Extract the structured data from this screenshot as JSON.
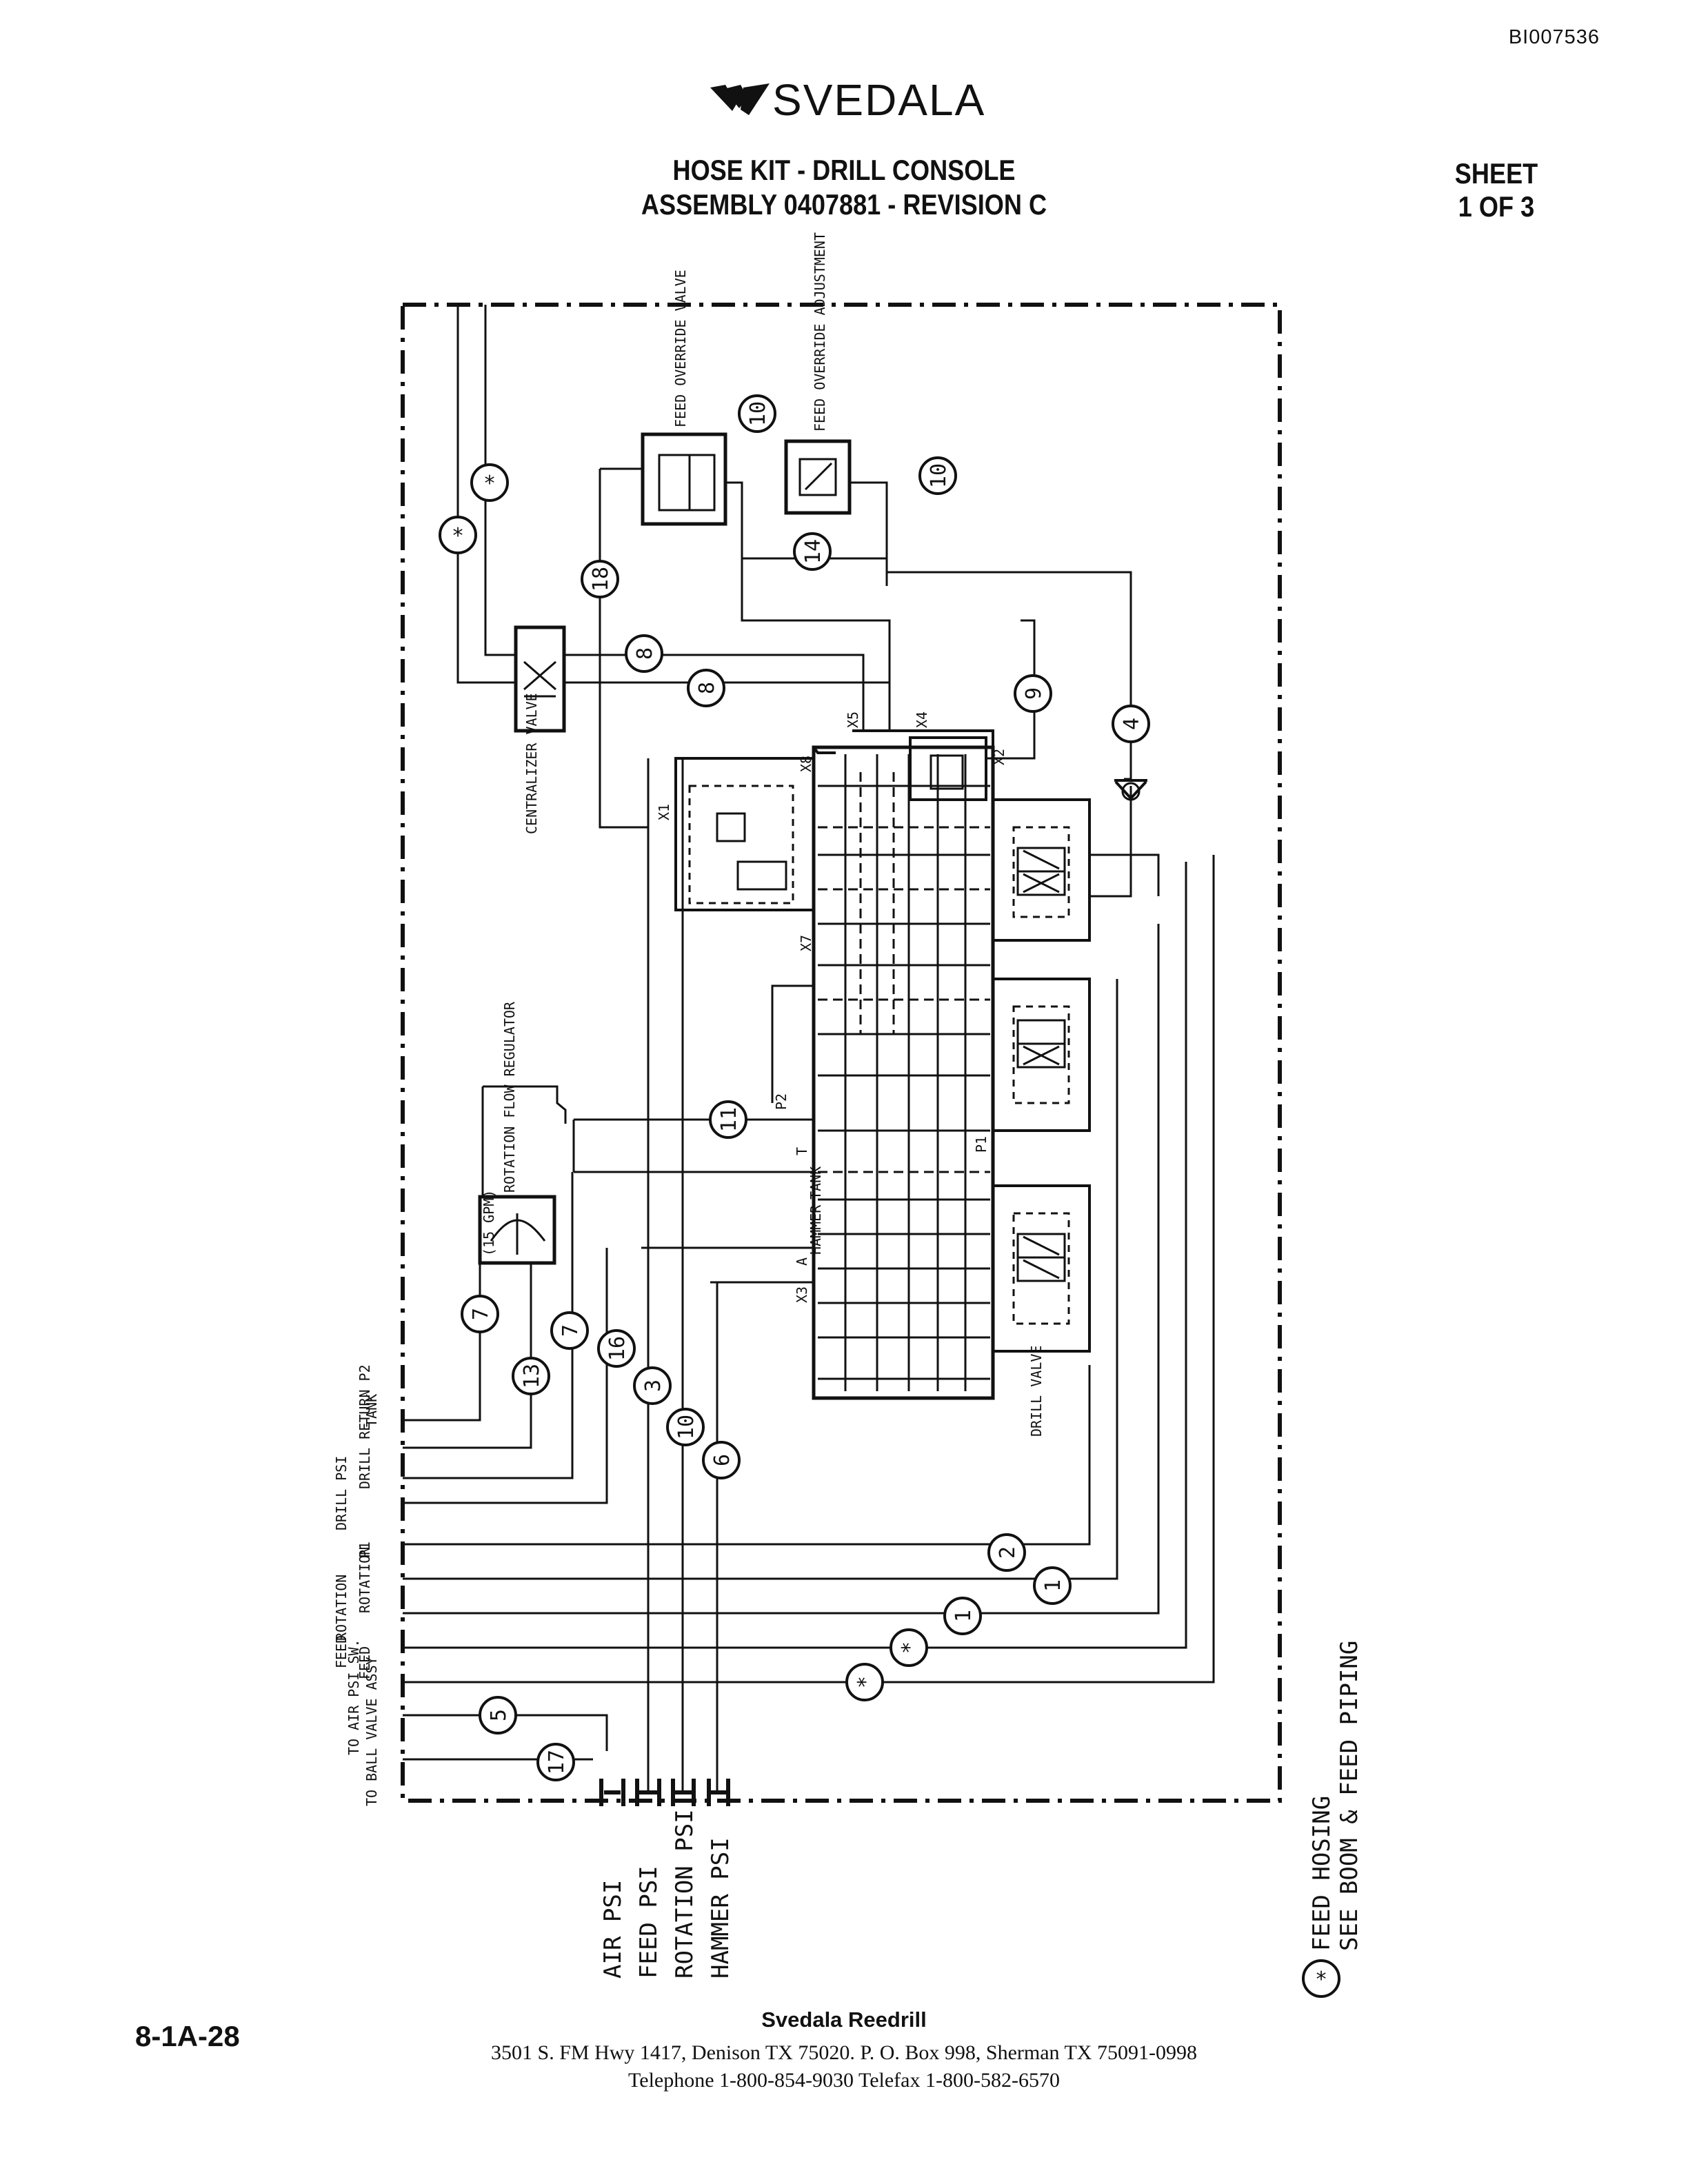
{
  "document": {
    "id": "BI007536",
    "brand": "SVEDALA",
    "title_line1": "HOSE KIT - DRILL CONSOLE",
    "title_line2": "ASSEMBLY 0407881 - REVISION C",
    "sheet_label": "SHEET",
    "sheet_of": "1 OF 3",
    "page_number": "8-1A-28"
  },
  "diagram": {
    "components": {
      "feed_override_valve": "FEED OVERRIDE VALVE",
      "feed_override_adjustment": "FEED OVERRIDE ADJUSTMENT",
      "centralizer_valve": "CENTRALIZER VALVE",
      "rotation_flow_regulator": "ROTATION FLOW REGULATOR",
      "flow_rate": "(15 GPM)",
      "drill_valve": "DRILL VALVE"
    },
    "ports": {
      "tank": "TANK",
      "hammer": "HAMMER",
      "t": "T",
      "a": "A",
      "x3": "X3",
      "p1": "P1",
      "p2": "P2",
      "x7": "X7",
      "x1": "X1",
      "x8": "X8",
      "x5": "X5",
      "x4": "X4",
      "x2": "X2"
    },
    "left_connections": [
      "TANK",
      "DRILL RETURN P2",
      "DRILL PSI",
      "P1",
      "ROTATION",
      "ROTATION",
      "FEED",
      "FEED",
      "TO AIR PSI SW.",
      "TO BALL VALVE ASSY"
    ],
    "gauges": [
      "AIR PSI",
      "FEED PSI",
      "ROTATION PSI",
      "HAMMER PSI"
    ],
    "hose_numbers": [
      "10",
      "10",
      "14",
      "18",
      "8",
      "8",
      "9",
      "4",
      "11",
      "7",
      "13",
      "7",
      "16",
      "3",
      "10",
      "6",
      "2",
      "1",
      "1",
      "*",
      "*",
      "5",
      "17",
      "*",
      "*"
    ],
    "legend_symbol": "*",
    "legend_line1": "FEED HOSING",
    "legend_line2": "SEE BOOM & FEED PIPING"
  },
  "footer": {
    "company": "Svedala Reedrill",
    "address": "3501 S. FM Hwy 1417, Denison TX  75020.   P. O. Box 998, Sherman TX  75091-0998",
    "phones": "Telephone 1-800-854-9030 Telefax 1-800-582-6570"
  }
}
